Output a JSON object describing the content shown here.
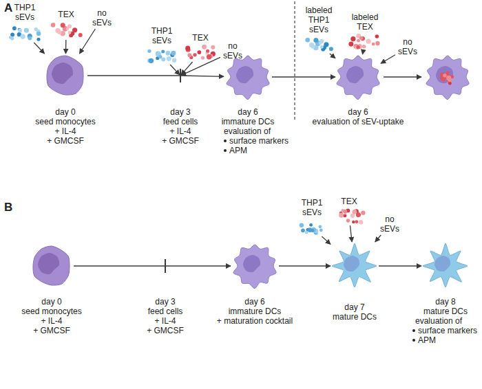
{
  "diagram": {
    "nodes": [
      {
        "text": [
          "THP1 sEVs"
        ]
      },
      {
        "text": [
          "TEX"
        ]
      },
      {
        "text": [
          "no sEVs"
        ]
      },
      {
        "text": [
          "day 0",
          "seed monocytes",
          "+ IL-4",
          "+ GMCSF"
        ]
      },
      {
        "text": [
          "THP1 sEVs"
        ]
      },
      {
        "text": [
          "TEX"
        ]
      },
      {
        "text": [
          "no sEVs"
        ]
      },
      {
        "text": [
          "day 3",
          "feed cells",
          "+ IL-4",
          "+ GMCSF"
        ]
      },
      {
        "text": [
          "day 6",
          "immature DCs",
          "evaluation of",
          "surface markers",
          "APM"
        ]
      },
      {
        "text": [
          "labeled THP1 sEVs"
        ]
      },
      {
        "text": [
          "labeled TEX"
        ]
      },
      {
        "text": [
          "no sEVs"
        ]
      },
      {
        "text": [
          "day 6",
          "evaluation of sEV-uptake"
        ]
      },
      {
        "text": [
          "day 0",
          "seed monocytes",
          "+ IL-4",
          "+ GMCSF"
        ]
      },
      {
        "text": [
          "day 3",
          "feed cells",
          "+ IL-4",
          "+ GMCSF"
        ]
      },
      {
        "text": [
          "day 6",
          "immature DCs",
          "+ maturation cocktail"
        ]
      },
      {
        "text": [
          "THP1 sEVs"
        ]
      },
      {
        "text": [
          "TEX"
        ]
      },
      {
        "text": [
          "no sEVs"
        ]
      },
      {
        "text": [
          "day 7",
          "mature DCs"
        ]
      },
      {
        "text": [
          "day 8",
          "mature DCs",
          "evaluation of",
          "surface markers",
          "APM"
        ]
      }
    ],
    "edges": [
      {
        "from": 0,
        "to": 3,
        "arrow": "to"
      },
      {
        "from": 1,
        "to": 3,
        "arrow": "to"
      },
      {
        "from": 2,
        "to": 3,
        "arrow": "to"
      },
      {
        "from": 3,
        "to": 7,
        "arrow": "none"
      },
      {
        "from": 4,
        "to": 7,
        "arrow": "to"
      },
      {
        "from": 5,
        "to": 7,
        "arrow": "to"
      },
      {
        "from": 6,
        "to": 7,
        "arrow": "to"
      },
      {
        "from": 7,
        "to": 8,
        "arrow": "to"
      },
      {
        "from": 8,
        "to": 12,
        "arrow": "to"
      },
      {
        "from": 9,
        "to": 12,
        "arrow": "to"
      },
      {
        "from": 10,
        "to": 12,
        "arrow": "to"
      },
      {
        "from": 11,
        "to": 12,
        "arrow": "to"
      },
      {
        "from": 13,
        "to": 14,
        "arrow": "none"
      },
      {
        "from": 14,
        "to": 15,
        "arrow": "to"
      },
      {
        "from": 15,
        "to": 19,
        "arrow": "to"
      },
      {
        "from": 16,
        "to": 19,
        "arrow": "to"
      },
      {
        "from": 17,
        "to": 19,
        "arrow": "to"
      },
      {
        "from": 18,
        "to": 19,
        "arrow": "to"
      },
      {
        "from": 19,
        "to": 20,
        "arrow": "to"
      }
    ],
    "labels": [
      "A",
      "B"
    ]
  }
}
